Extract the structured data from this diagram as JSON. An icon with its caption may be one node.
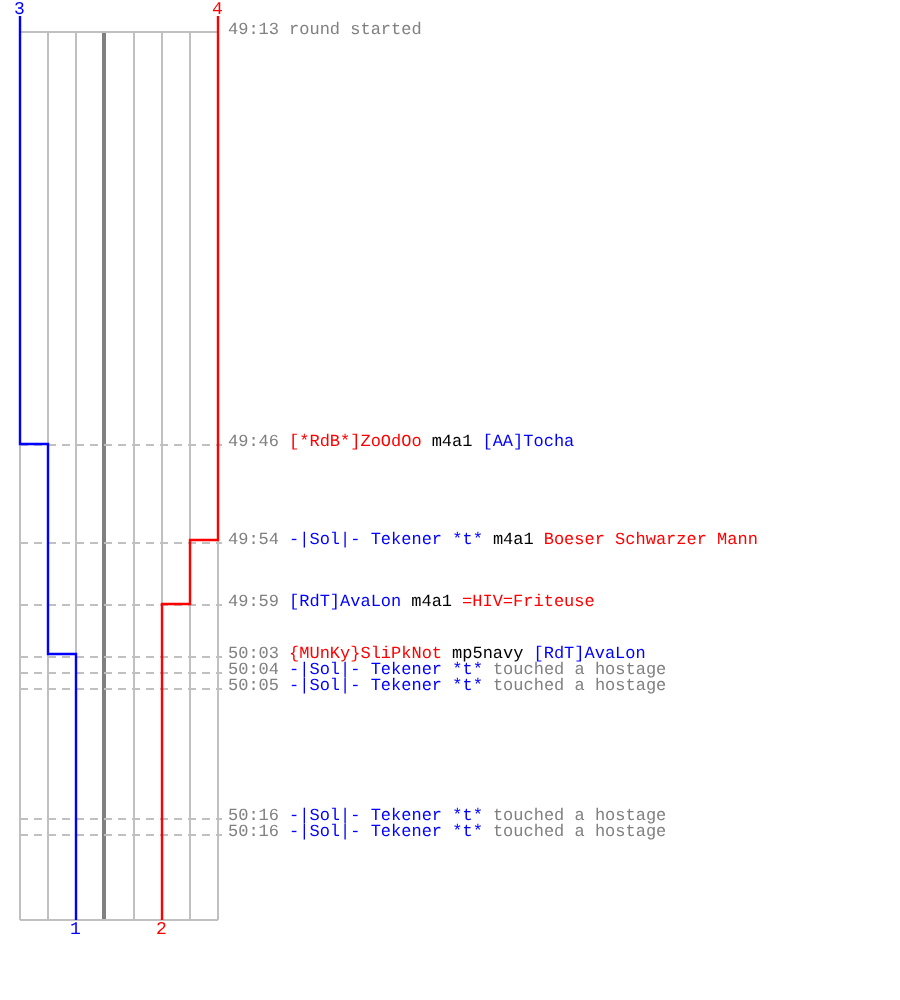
{
  "diagram": {
    "labels": [
      "3",
      "4",
      "49:13",
      "round started",
      "49:46",
      "[*RdB*]ZoOdOo",
      "m4a1",
      "[AA]Tocha",
      "49:54",
      "-|Sol|- Tekener *t*",
      "m4a1",
      "Boeser Schwarzer Mann",
      "49:59",
      "[RdT]AvaLon",
      "m4a1",
      "=HIV=Friteuse",
      "50:03",
      "{MUnKy}SliPkNot",
      "mp5navy",
      "[RdT]AvaLon",
      "50:04",
      "-|Sol|- Tekener *t*",
      "touched a hostage",
      "50:05",
      "-|Sol|- Tekener *t*",
      "touched a hostage",
      "50:16",
      "-|Sol|- Tekener *t*",
      "touched a hostage",
      "50:16",
      "-|Sol|- Tekener *t*",
      "touched a hostage",
      "1",
      "2"
    ]
  }
}
